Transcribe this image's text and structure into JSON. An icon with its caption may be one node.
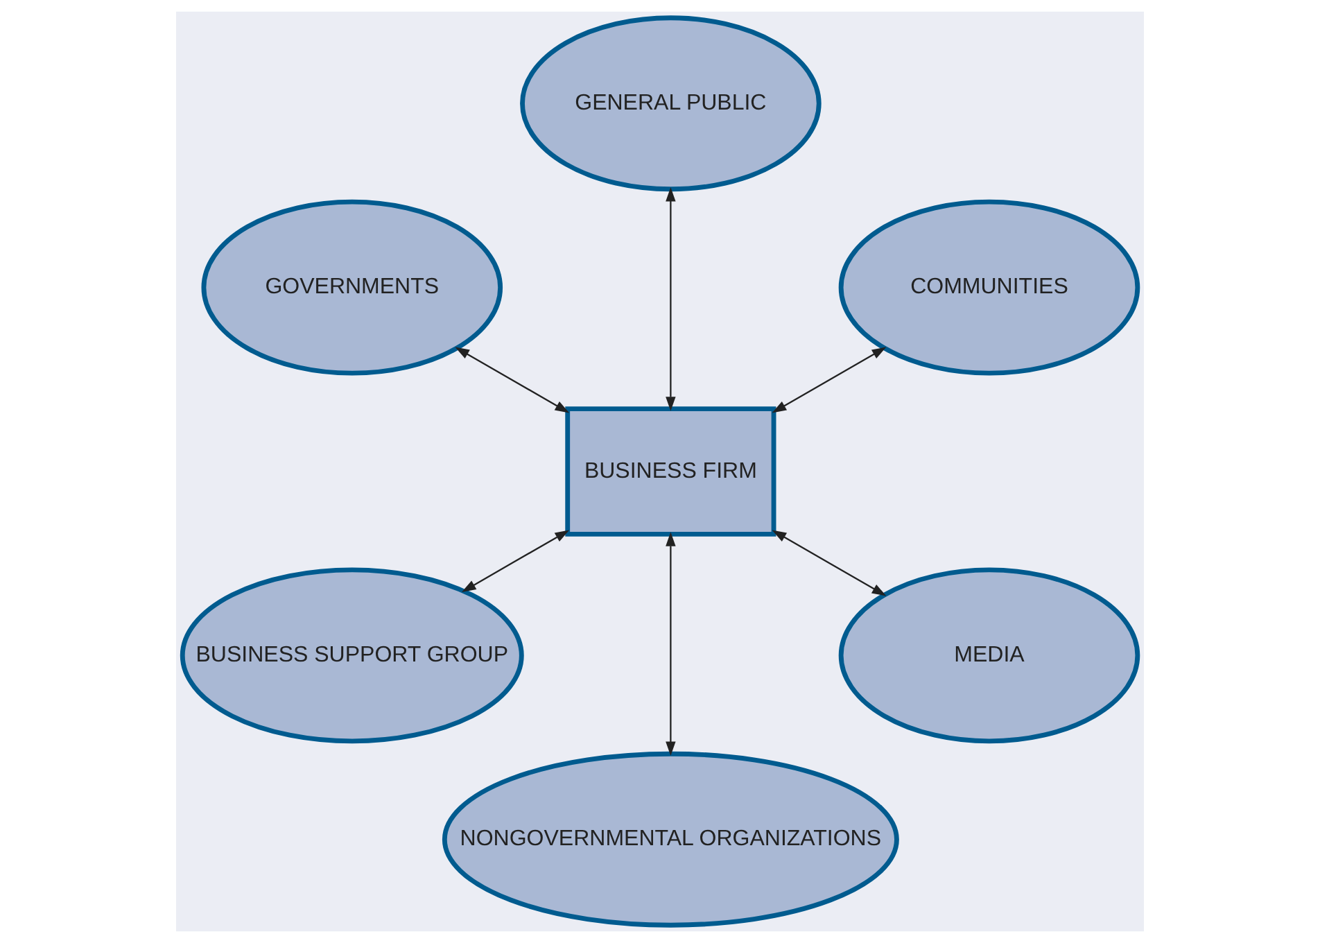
{
  "diagram": {
    "nodes": [
      {
        "text": [
          "COMMUNITIES"
        ]
      },
      {
        "text": [
          "GENERAL PUBLIC"
        ]
      },
      {
        "text": [
          "GOVERNMENTS"
        ]
      },
      {
        "text": [
          "BUSINESS FIRM"
        ]
      },
      {
        "text": [
          "BUSINESS SUPPORT GROUP"
        ]
      },
      {
        "text": [
          "NONGOVERNMENTAL ORGANIZATIONS"
        ]
      },
      {
        "text": [
          "MEDIA"
        ]
      }
    ],
    "edges": [
      {
        "from": 3,
        "to": 0,
        "arrow": "both"
      },
      {
        "from": 3,
        "to": 1,
        "arrow": "both"
      },
      {
        "from": 3,
        "to": 2,
        "arrow": "both"
      },
      {
        "from": 3,
        "to": 4,
        "arrow": "both"
      },
      {
        "from": 3,
        "to": 5,
        "arrow": "both"
      },
      {
        "from": 3,
        "to": 6,
        "arrow": "both"
      }
    ]
  }
}
